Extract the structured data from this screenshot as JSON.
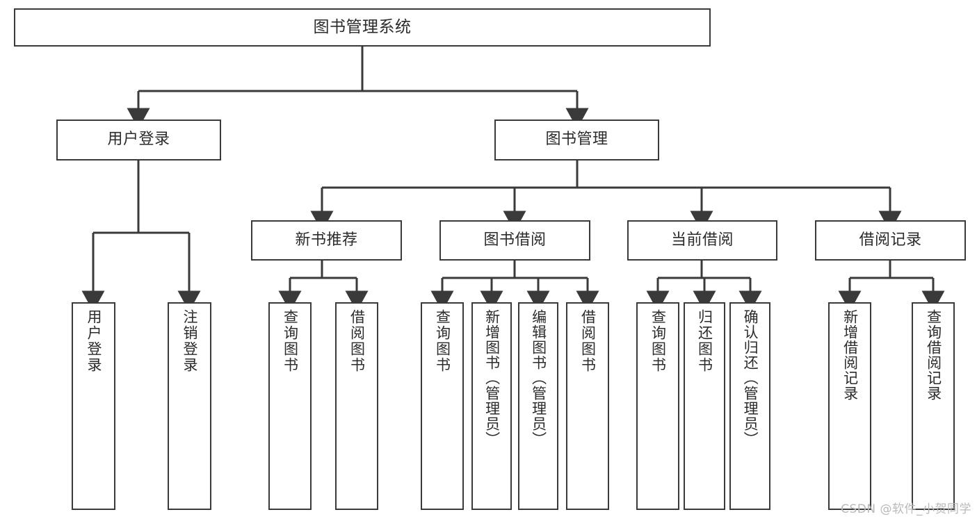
{
  "diagram": {
    "type": "tree-hierarchy-diagram",
    "title": "图书管理系统",
    "stroke_color": "#3a3a3a",
    "text_color": "#2b2b2b",
    "background_color": "#ffffff",
    "levels": 4,
    "root": {
      "id": "root",
      "label": "图书管理系统"
    },
    "level2": [
      {
        "id": "user-login",
        "label": "用户登录"
      },
      {
        "id": "book-manage",
        "label": "图书管理"
      }
    ],
    "level3": [
      {
        "id": "new-book-recommend",
        "label": "新书推荐",
        "parent": "book-manage"
      },
      {
        "id": "book-borrow",
        "label": "图书借阅",
        "parent": "book-manage"
      },
      {
        "id": "current-borrow",
        "label": "当前借阅",
        "parent": "book-manage"
      },
      {
        "id": "borrow-record",
        "label": "借阅记录",
        "parent": "book-manage"
      }
    ],
    "leaves": [
      {
        "id": "leaf-user-login",
        "label": "用户登录",
        "parent": "user-login"
      },
      {
        "id": "leaf-user-logout",
        "label": "注销登录",
        "parent": "user-login"
      },
      {
        "id": "leaf-query-book-1",
        "label": "查询图书",
        "parent": "new-book-recommend"
      },
      {
        "id": "leaf-borrow-book-1",
        "label": "借阅图书",
        "parent": "new-book-recommend"
      },
      {
        "id": "leaf-query-book-2",
        "label": "查询图书",
        "parent": "book-borrow"
      },
      {
        "id": "leaf-add-book",
        "label": "新增图书（管理员）",
        "parent": "book-borrow"
      },
      {
        "id": "leaf-edit-book",
        "label": "编辑图书（管理员）",
        "parent": "book-borrow"
      },
      {
        "id": "leaf-borrow-book-2",
        "label": "借阅图书",
        "parent": "book-borrow"
      },
      {
        "id": "leaf-query-book-3",
        "label": "查询图书",
        "parent": "current-borrow"
      },
      {
        "id": "leaf-return-book",
        "label": "归还图书",
        "parent": "current-borrow"
      },
      {
        "id": "leaf-confirm-return",
        "label": "确认归还（管理员）",
        "parent": "current-borrow"
      },
      {
        "id": "leaf-add-record",
        "label": "新增借阅记录",
        "parent": "borrow-record"
      },
      {
        "id": "leaf-query-record",
        "label": "查询借阅记录",
        "parent": "borrow-record"
      }
    ]
  },
  "watermark": {
    "text": "CSDN @软件_小贺同学"
  }
}
